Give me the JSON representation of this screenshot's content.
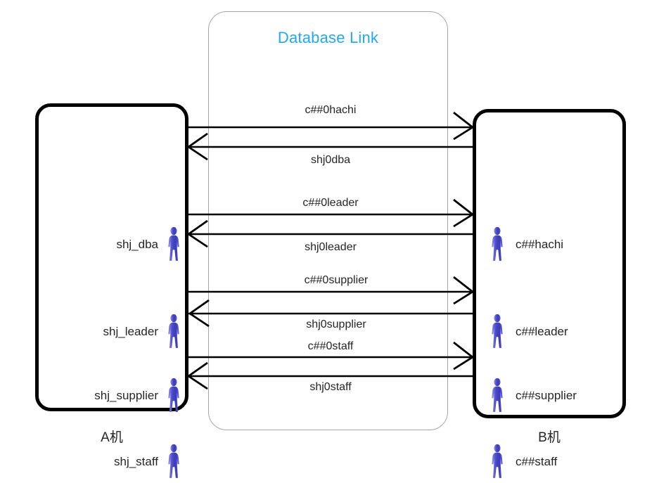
{
  "diagram": {
    "title": "Database Link",
    "title_color": "#23a8f2",
    "line_color": "#000000",
    "person_icon_color": "#4040c4",
    "container_border_color": "#a6a6a6"
  },
  "machine_a": {
    "caption": "A机",
    "users": [
      {
        "label": "shj_dba",
        "icon": "person-icon"
      },
      {
        "label": "shj_leader",
        "icon": "person-icon"
      },
      {
        "label": "shj_supplier",
        "icon": "person-icon"
      },
      {
        "label": "shj_staff",
        "icon": "person-icon"
      }
    ]
  },
  "machine_b": {
    "caption": "B机",
    "users": [
      {
        "label": "c##hachi",
        "icon": "person-icon"
      },
      {
        "label": "c##leader",
        "icon": "person-icon"
      },
      {
        "label": "c##supplier",
        "icon": "person-icon"
      },
      {
        "label": "c##staff",
        "icon": "person-icon"
      }
    ]
  },
  "links": [
    {
      "outbound_label": "c##0hachi",
      "inbound_label": "shj0dba",
      "direction_out": "a-to-b",
      "direction_in": "b-to-a"
    },
    {
      "outbound_label": "c##0leader",
      "inbound_label": "shj0leader",
      "direction_out": "a-to-b",
      "direction_in": "b-to-a"
    },
    {
      "outbound_label": "c##0supplier",
      "inbound_label": "shj0supplier",
      "direction_out": "a-to-b",
      "direction_in": "b-to-a"
    },
    {
      "outbound_label": "c##0staff",
      "inbound_label": "shj0staff",
      "direction_out": "a-to-b",
      "direction_in": "b-to-a"
    }
  ]
}
